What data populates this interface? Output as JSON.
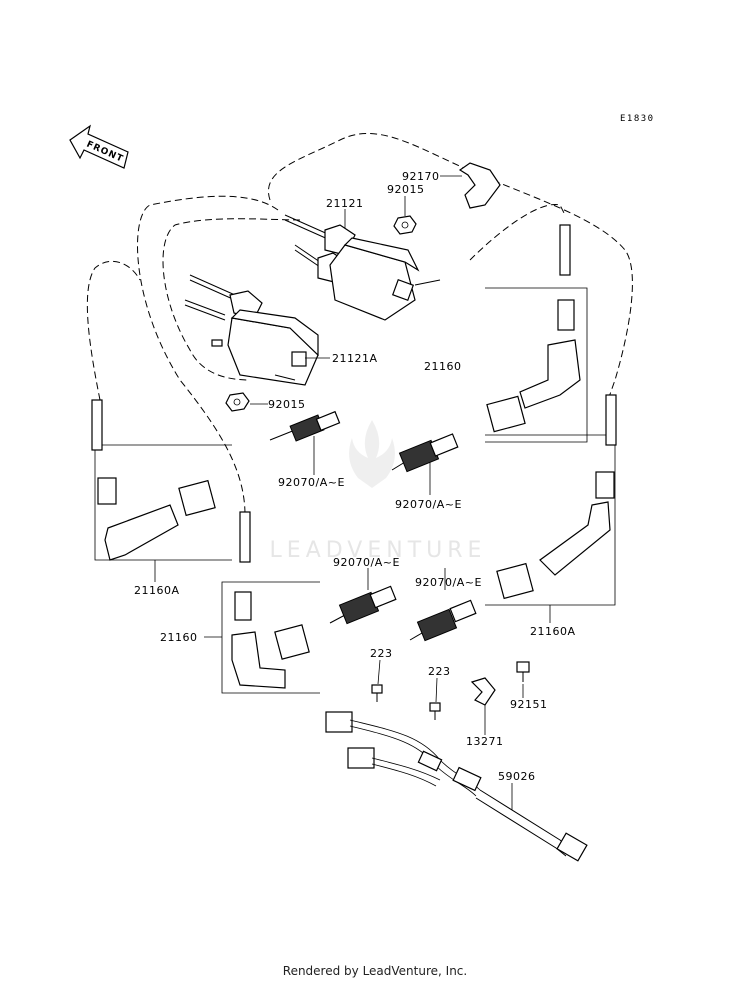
{
  "diagram_code": "E1830",
  "front_label": "FRONT",
  "watermark": "LEADVENTURE",
  "footer": "Rendered by LeadVenture, Inc.",
  "parts": {
    "p92170": "92170",
    "p92015_top": "92015",
    "p21121": "21121",
    "p21121A": "21121A",
    "p92015_left": "92015",
    "p21160_right_top": "21160",
    "p92070_left": "92070/A~E",
    "p92070_center": "92070/A~E",
    "p21160A_left": "21160A",
    "p92070_mid": "92070/A~E",
    "p92070_right": "92070/A~E",
    "p21160_mid": "21160",
    "p21160A_right": "21160A",
    "p223_left": "223",
    "p223_right": "223",
    "p92151": "92151",
    "p13271": "13271",
    "p59026": "59026"
  }
}
